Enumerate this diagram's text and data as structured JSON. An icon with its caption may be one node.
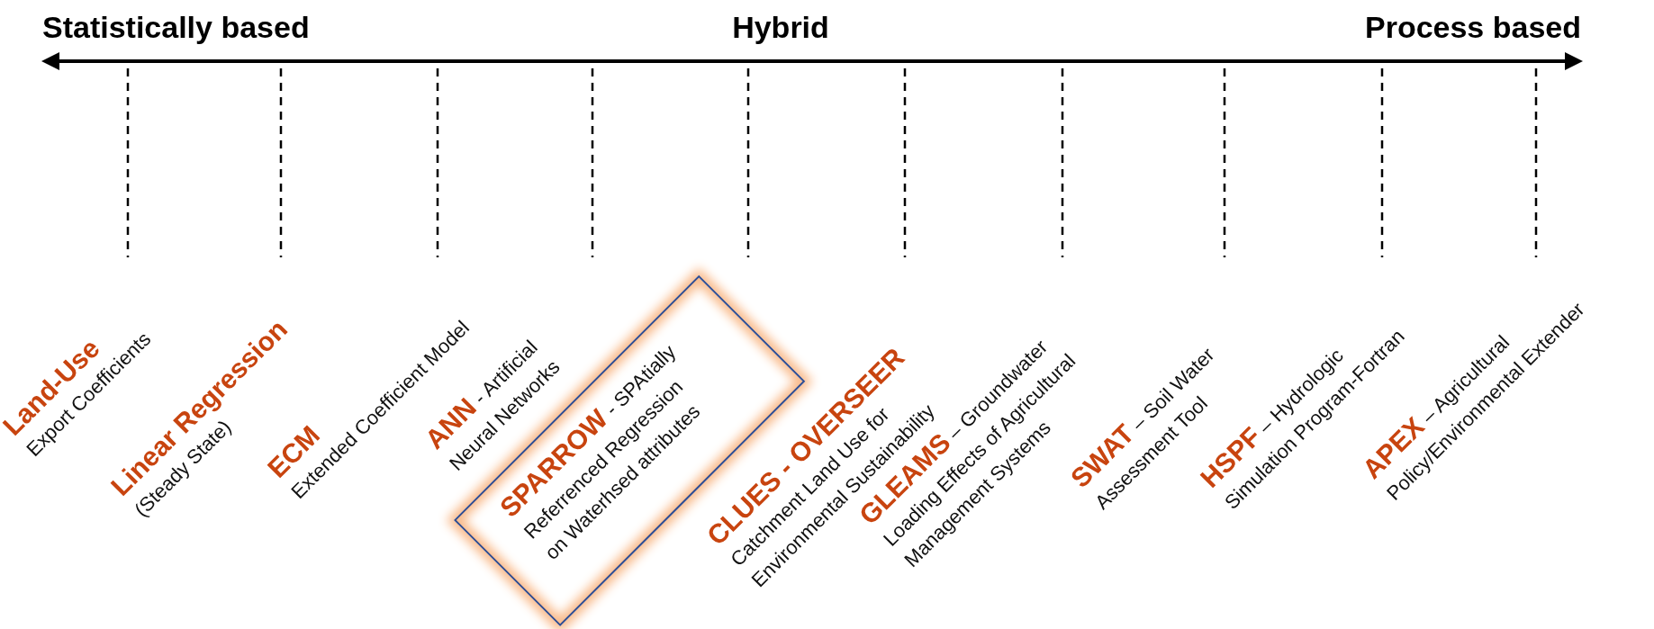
{
  "diagram": {
    "nodes": [
      {
        "text": [
          "**SPARROW** - SPAtially Referrenced Regression on Waterhsed attributes"
        ]
      }
    ],
    "edges": [],
    "labels": [
      "Statistically based",
      "Hybrid",
      "Process based",
      "**Land-Use** Export Coefficients",
      "**Linear Regression** (Steady State)",
      "**ECM** Extended Coefficient Model",
      "**ANN** - Artificial Neural Networks",
      "**CLUES - OVERSEER** Catchment Land Use for Environmental Sustainability",
      "**GLEAMS** – Groundwater Loading Effects of Agricultural Management Systems",
      "**SWAT** – Soil Water Assessment Tool",
      "**HSPF** – Hydrologic Simulation Program-Fortran",
      "**APEX** – Agricultural Policy/Environmental Extender"
    ]
  }
}
